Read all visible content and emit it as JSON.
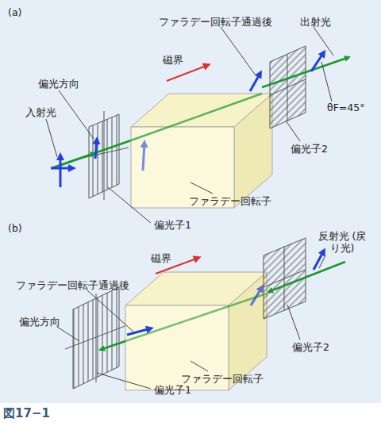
{
  "diagram": {
    "caption": "図17−1",
    "labels": [
      "(a)",
      "ファラデー回転子通過後",
      "出射光",
      "磁界",
      "偏光方向",
      "入射光",
      "θF=45°",
      "偏光子2",
      "ファラデー回転子",
      "偏光子1",
      "(b)",
      "反射光 (戻り光)",
      "磁界",
      "ファラデー回転子通過後",
      "偏光方向",
      "偏光子2",
      "ファラデー回転子",
      "偏光子1"
    ]
  }
}
